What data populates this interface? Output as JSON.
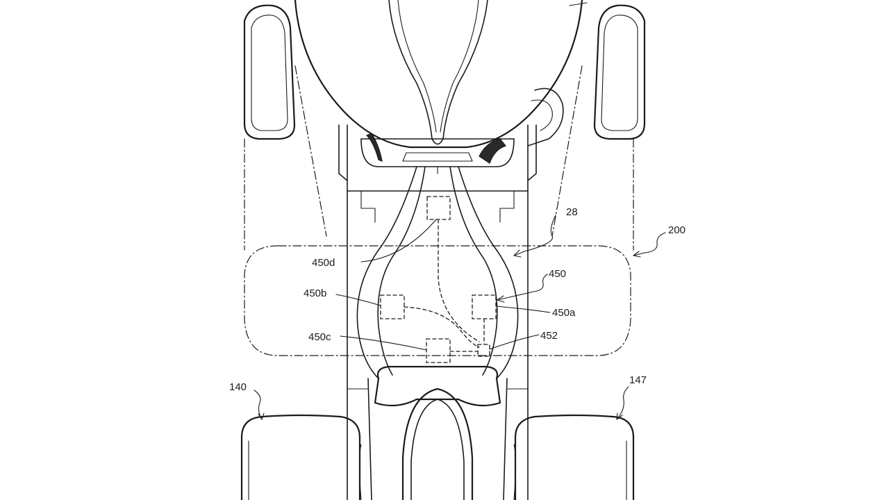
{
  "figure": {
    "labels": {
      "ref_28": "28",
      "ref_200": "200",
      "ref_450": "450",
      "ref_450a": "450a",
      "ref_450b": "450b",
      "ref_450c": "450c",
      "ref_450d": "450d",
      "ref_452": "452",
      "ref_140": "140",
      "ref_147": "147"
    }
  }
}
